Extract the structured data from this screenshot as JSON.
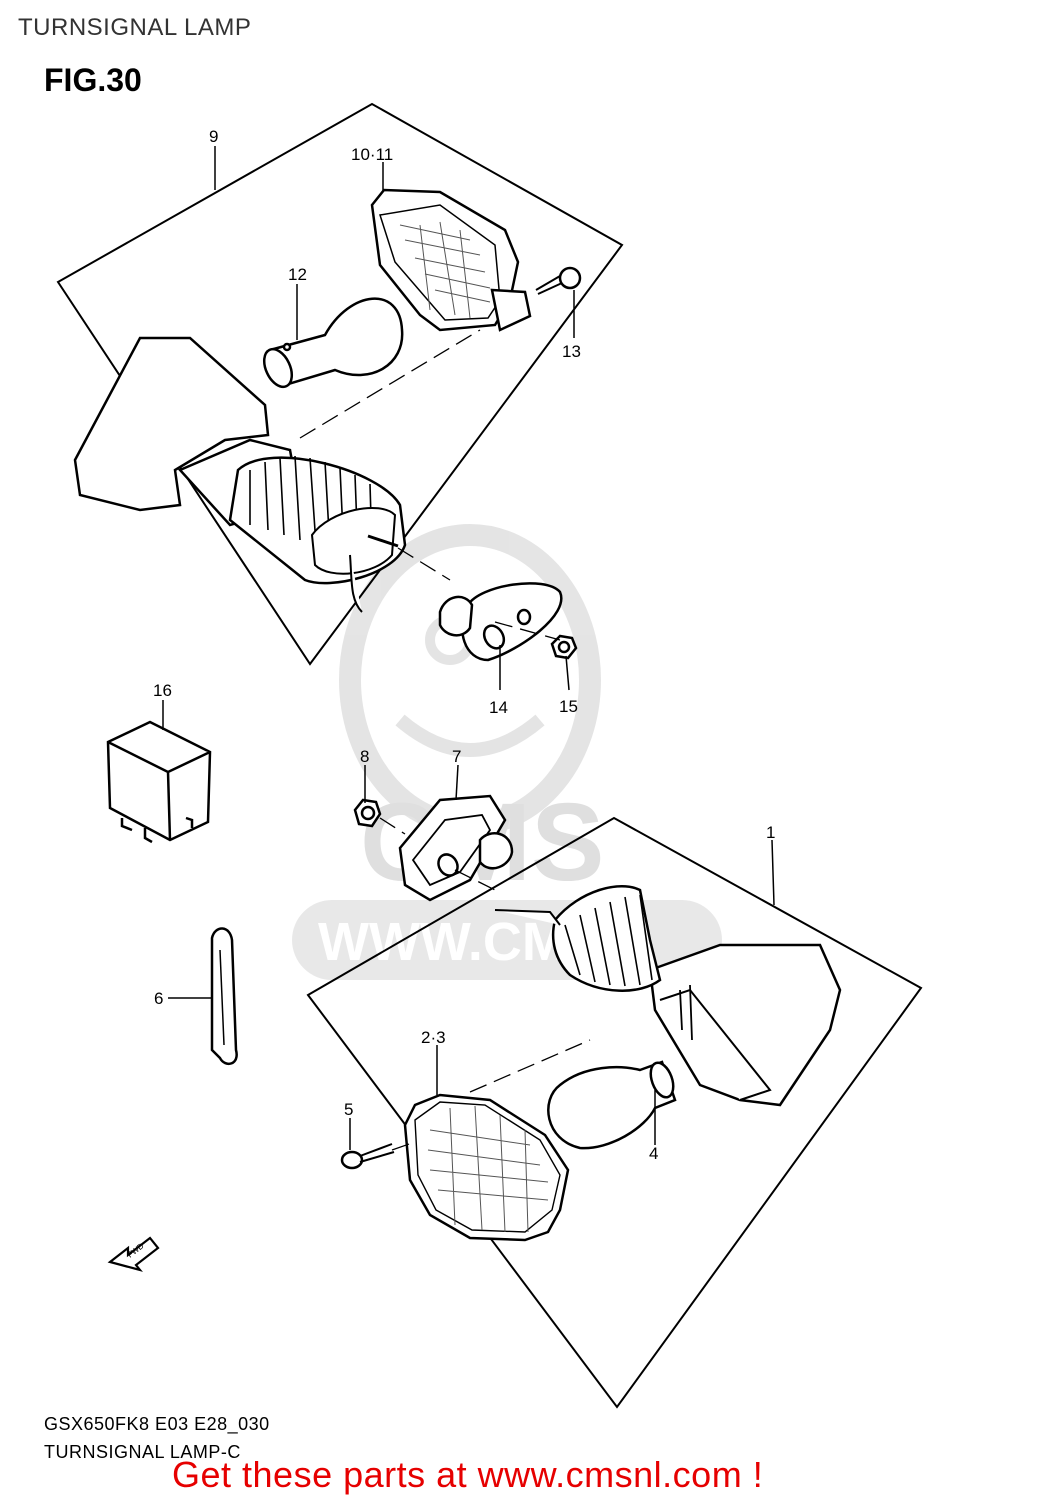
{
  "header": {
    "title": "TURNSIGNAL LAMP"
  },
  "figure": {
    "label": "FIG.30"
  },
  "watermark": {
    "text": "WWW.CMS"
  },
  "fwd_label": "FWD",
  "callouts": {
    "c1": "1",
    "c23": "2·3",
    "c4": "4",
    "c5": "5",
    "c6": "6",
    "c7": "7",
    "c8": "8",
    "c9": "9",
    "c1011": "10·11",
    "c12": "12",
    "c13": "13",
    "c14": "14",
    "c15": "15",
    "c16": "16"
  },
  "footer": {
    "model_code": "GSX650FK8 E03 E28_030",
    "subtitle": "TURNSIGNAL LAMP-C",
    "cta": "Get these parts at www.cmsnl.com !"
  }
}
